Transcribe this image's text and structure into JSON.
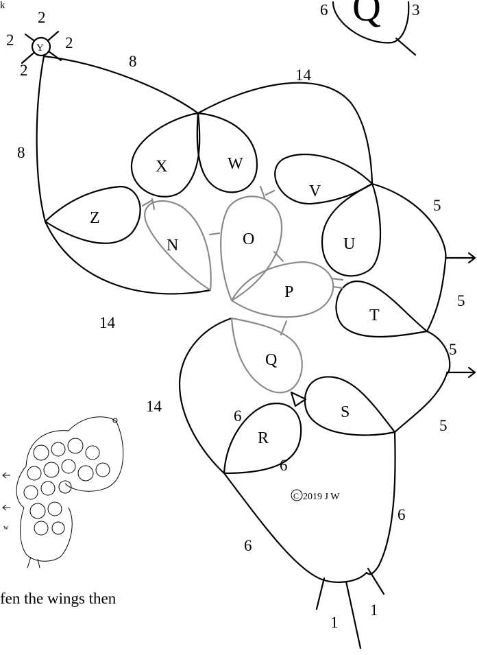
{
  "diagram": {
    "ring_labels": {
      "Y": "Y",
      "X": "X",
      "W": "W",
      "V": "V",
      "Z": "Z",
      "N": "N",
      "O": "O",
      "U": "U",
      "P": "P",
      "T": "T",
      "Q": "Q",
      "S": "S",
      "R": "R",
      "Q_top": "Q"
    },
    "counts": {
      "y_top": "2",
      "y_left": "2",
      "y_right": "2",
      "y_bottom": "2",
      "top_8": "8",
      "left_8": "8",
      "top_14": "14",
      "right_5a": "5",
      "right_5b": "5",
      "right_5c": "5",
      "right_5d": "5",
      "left_14": "14",
      "mid_14": "14",
      "r_6_top": "6",
      "r_6_bottom": "6",
      "bottom_left_6": "6",
      "bottom_right_6": "6",
      "bottom_1_left": "1",
      "bottom_1_right": "1",
      "q_top_6": "6",
      "q_top_3": "3"
    },
    "copyright": "2019 J W",
    "copyright_symbol": "C",
    "top_left_fragment": "k",
    "thumbnail_fragment": "w",
    "bottom_text": "fen the wings then"
  }
}
